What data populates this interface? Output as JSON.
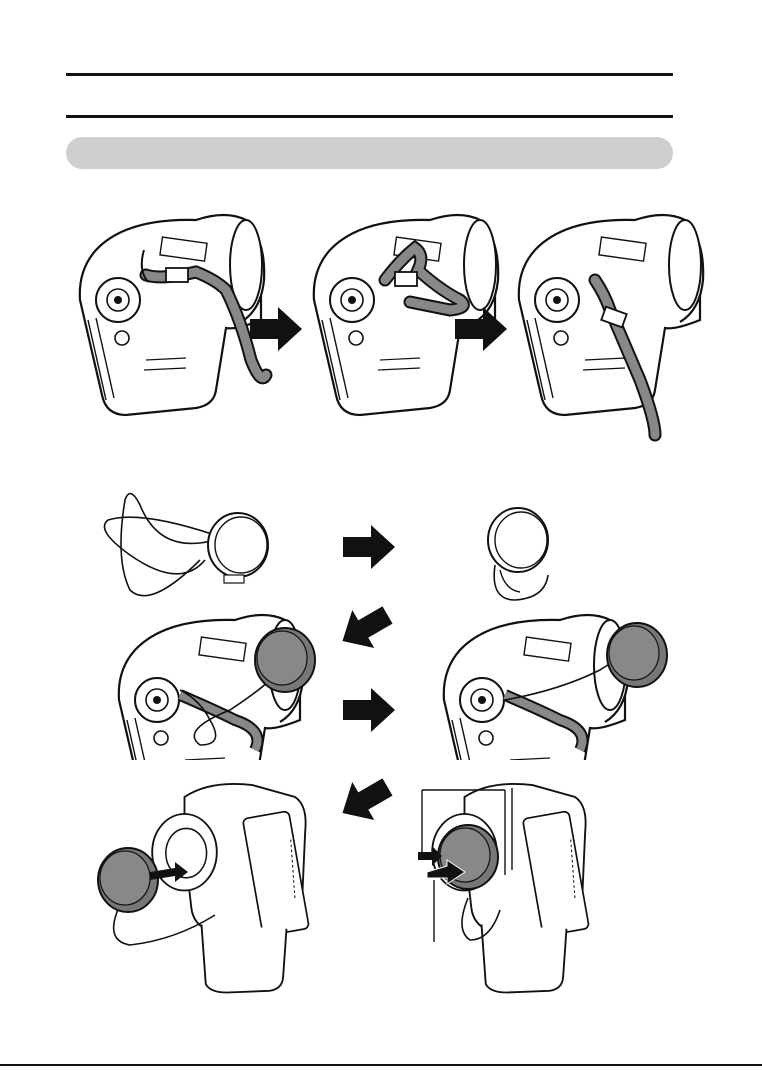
{
  "page": {
    "background": "#ffffff",
    "section_bar_color": "#cfcfcf",
    "line_color": "#111111"
  },
  "figures": {
    "strap_steps": [
      "camera-with-strap-step-1",
      "camera-with-strap-step-2",
      "camera-with-strap-step-3"
    ],
    "lens_cap_steps": [
      "lens-cap-with-string",
      "lens-cap-looped",
      "camera-threading-cap-string",
      "camera-cap-attached",
      "cap-on-lens",
      "cap-remove-squeeze"
    ]
  }
}
